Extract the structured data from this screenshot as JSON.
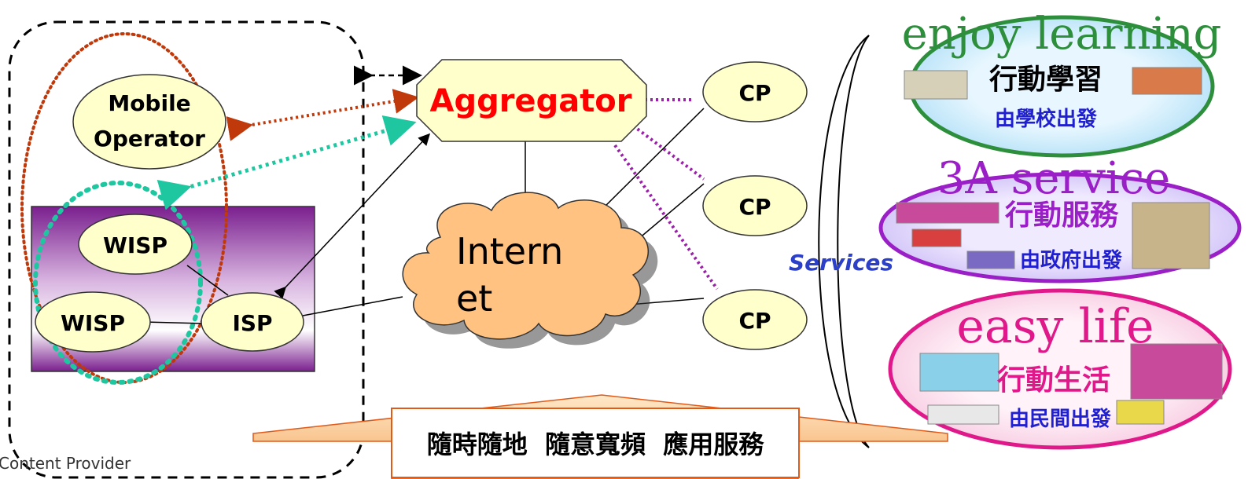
{
  "nodes": {
    "mobile_operator_line1": "Mobile",
    "mobile_operator_line2": "Operator",
    "wisp_1": "WISP",
    "wisp_2": "WISP",
    "isp": "ISP",
    "aggregator": "Aggregator",
    "internet_line1": "Intern",
    "internet_line2": "et",
    "cp_1": "CP",
    "cp_2": "CP",
    "cp_3": "CP"
  },
  "services_label": "Services",
  "service_ovals": [
    {
      "banner": "enjoy learning",
      "title": "行動學習",
      "subtitle": "由學校出發",
      "color": "#2d8f3c"
    },
    {
      "banner": "3A service",
      "title": "行動服務",
      "subtitle": "由政府出發",
      "color": "#9b1fc7"
    },
    {
      "banner": "easy life",
      "title": "行動生活",
      "subtitle": "由民間出發",
      "color": "#e0198b"
    }
  ],
  "bottom_banner": "隨時隨地  隨意寬頻  應用服務",
  "footnote": "Content Provider",
  "colors": {
    "operator_loop": "#c0390b",
    "wisp_loop": "#1ec7a0",
    "cp_link": "#9b1fa8",
    "aggregator_text": "#ff0000",
    "node_fill": "#ffffcc",
    "cloud_fill": "#ffc280",
    "services_text": "#2b3fc9"
  }
}
